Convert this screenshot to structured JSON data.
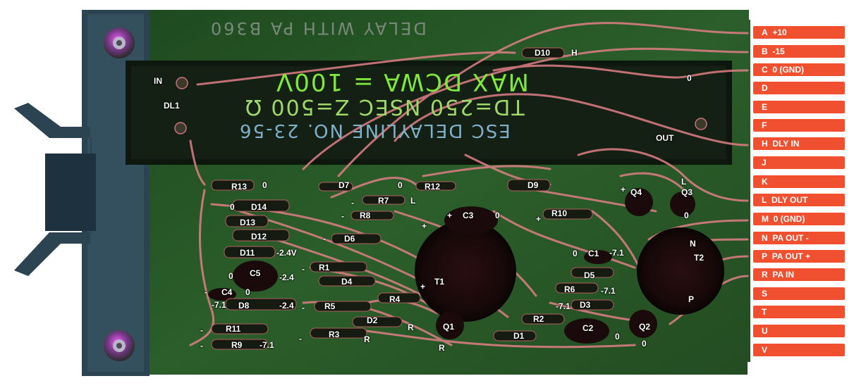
{
  "board": {
    "silkscreen_title": "DELAY WITH PA B360",
    "delay_line": {
      "line1": "MAX DCWA = 100V",
      "line2": "TD=250 NSEC  Z=500 Ω",
      "line3": "ESC DELAYLINE  NO. 23-56",
      "in_label": "IN",
      "out_label": "OUT",
      "ref_label": "DL1"
    }
  },
  "connector_pins": [
    {
      "letter": "A",
      "signal": "+10"
    },
    {
      "letter": "B",
      "signal": "-15"
    },
    {
      "letter": "C",
      "signal": "0  (GND)"
    },
    {
      "letter": "D",
      "signal": ""
    },
    {
      "letter": "E",
      "signal": ""
    },
    {
      "letter": "F",
      "signal": ""
    },
    {
      "letter": "H",
      "signal": "DLY IN"
    },
    {
      "letter": "J",
      "signal": ""
    },
    {
      "letter": "K",
      "signal": ""
    },
    {
      "letter": "L",
      "signal": "DLY OUT"
    },
    {
      "letter": "M",
      "signal": "0  (GND)"
    },
    {
      "letter": "N",
      "signal": "PA OUT -"
    },
    {
      "letter": "P",
      "signal": "PA OUT +"
    },
    {
      "letter": "R",
      "signal": "PA IN"
    },
    {
      "letter": "S",
      "signal": ""
    },
    {
      "letter": "T",
      "signal": ""
    },
    {
      "letter": "U",
      "signal": ""
    },
    {
      "letter": "V",
      "signal": ""
    }
  ],
  "component_labels": {
    "d10": "D10",
    "d10_h": "H",
    "gnd_top": "0",
    "r13": "R13",
    "r13_0": "0",
    "d7": "D7",
    "r12_0": "0",
    "r12": "R12",
    "d9": "D9",
    "q4_plus": "+",
    "q4": "Q4",
    "q3_l": "L",
    "q3": "Q3",
    "d14_0": "0",
    "d14": "D14",
    "r7_minus": "-",
    "r7": "R7",
    "r7_l": "L",
    "r8_minus": "-",
    "r8": "R8",
    "c3_plus": "+",
    "c3": "C3",
    "c3_0": "0",
    "r10": "R10",
    "r10_plus": "+",
    "q3_0": "0",
    "d13": "D13",
    "t1_plus_top": "+",
    "d12": "D12",
    "d6_minus": "-",
    "d6": "D6",
    "n_label": "N",
    "t2": "T2",
    "d11": "D11",
    "v24": "-2.4V",
    "c1_0": "0",
    "c1": "C1",
    "c1_v": "-7.1",
    "c5_0": "0",
    "c5": "C5",
    "c5_v": "-2.4",
    "r1_minus": "-",
    "r1": "R1",
    "d5": "D5",
    "d4": "D4",
    "t1_plus": "+",
    "t1": "T1",
    "c4_minus": "-",
    "c4": "C4",
    "c4_0": "0",
    "r6": "R6",
    "r6_v": "-7.1",
    "p_label": "P",
    "r4": "R4",
    "v71_a": "-7.1",
    "d8": "D8",
    "v24_b": "-2.4",
    "r5_minus": "-",
    "r5": "R5",
    "v71_b": "-7.1",
    "d3": "D3",
    "d2": "D2",
    "r2": "R2",
    "r_a": "R",
    "q1": "Q1",
    "c2": "C2",
    "q2": "Q2",
    "r11_minus": "-",
    "r11": "R11",
    "r3_minus": "-",
    "r3": "R3",
    "r_b": "R",
    "d1": "D1",
    "c2_0": "0",
    "r9_minus": "-",
    "r9": "R9",
    "r9_v": "-7.1",
    "q2_0": "0",
    "q1_r": "R"
  },
  "colors": {
    "board_green": "#2a5a2a",
    "handle_blue": "#2a4150",
    "pad_orange": "#f0542e",
    "trace_pink": "#e08a8a",
    "delay_line_dark": "#0d160d",
    "silk_glow_green": "#8cff3a"
  }
}
